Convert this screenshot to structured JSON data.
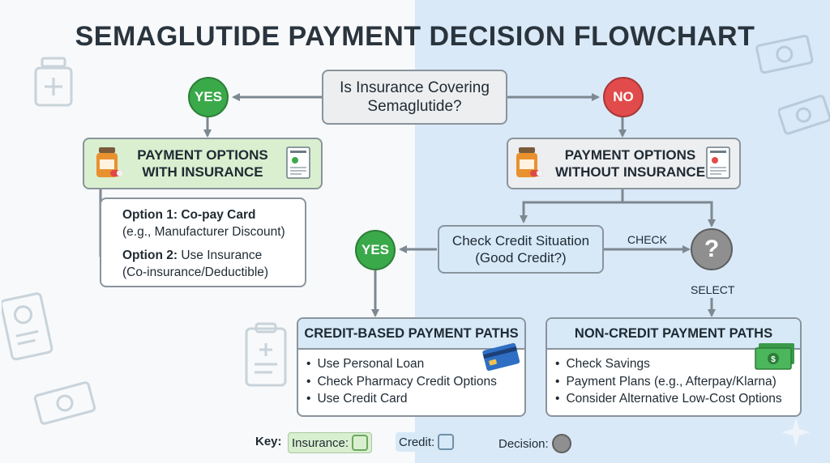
{
  "title": "SEMAGLUTIDE PAYMENT DECISION FLOWCHART",
  "question": "Is Insurance Covering Semaglutide?",
  "yes": "YES",
  "no": "NO",
  "with_insurance": {
    "line1": "PAYMENT OPTIONS",
    "line2": "WITH INSURANCE"
  },
  "without_insurance": {
    "line1": "PAYMENT OPTIONS",
    "line2": "WITHOUT INSURANCE"
  },
  "insurance_options": {
    "opt1_title": "Option 1:",
    "opt1_rest": "Co-pay Card",
    "opt1_sub": "(e.g., Manufacturer Discount)",
    "opt2_title": "Option 2:",
    "opt2_rest": "Use Insurance",
    "opt2_sub": "(Co-insurance/Deductible)"
  },
  "credit_check": {
    "line1": "Check Credit Situation",
    "line2": "(Good Credit?)"
  },
  "check_label": "CHECK",
  "select_label": "SELECT",
  "question_mark": "?",
  "credit_paths": {
    "header": "CREDIT-BASED PAYMENT PATHS",
    "items": [
      "Use Personal Loan",
      "Check Pharmacy Credit Options",
      "Use Credit Card"
    ]
  },
  "noncredit_paths": {
    "header": "NON-CREDIT PAYMENT PATHS",
    "items": [
      "Check Savings",
      "Payment Plans (e.g., Afterpay/Klarna)",
      "Consider Alternative Low-Cost Options"
    ]
  },
  "key": {
    "label": "Key:",
    "insurance": "Insurance:",
    "credit": "Credit:",
    "decision": "Decision:"
  },
  "colors": {
    "insurance": "#d9efcf",
    "credit": "#d7e9f7",
    "yes": "#3aa94a",
    "no": "#e14b4b",
    "decision": "#8f8f8f"
  }
}
